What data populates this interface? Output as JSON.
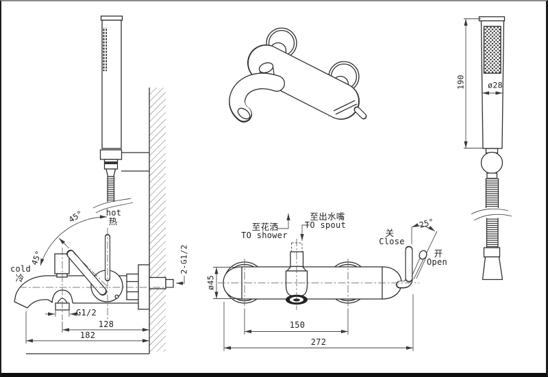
{
  "colors": {
    "background": "#ffffff",
    "object_line": "#2e2e2e",
    "dimension_line": "#4a4a4a",
    "frame": "#1c1c1c"
  },
  "labels": {
    "dim_190": "190",
    "dim_d28": "ø28",
    "hot_en": "hot",
    "hot_zh": "热",
    "cold_en": "cold",
    "cold_zh": "冷",
    "angle_45_upper": "45°",
    "angle_45_lower": "45°",
    "thread_g12": "G1/2",
    "dim_128": "128",
    "dim_182": "182",
    "thread_2g12": "2-G1/2",
    "to_shower_zh": "至花洒",
    "to_shower_en": "TO shower",
    "to_spout_zh": "至出水嘴",
    "to_spout_en": "TO spout",
    "close_zh": "关",
    "close_en": "Close",
    "open_zh": "开",
    "open_en": "Open",
    "angle_25": "25°",
    "dim_d45": "ø45",
    "dim_150": "150",
    "dim_272": "272"
  }
}
